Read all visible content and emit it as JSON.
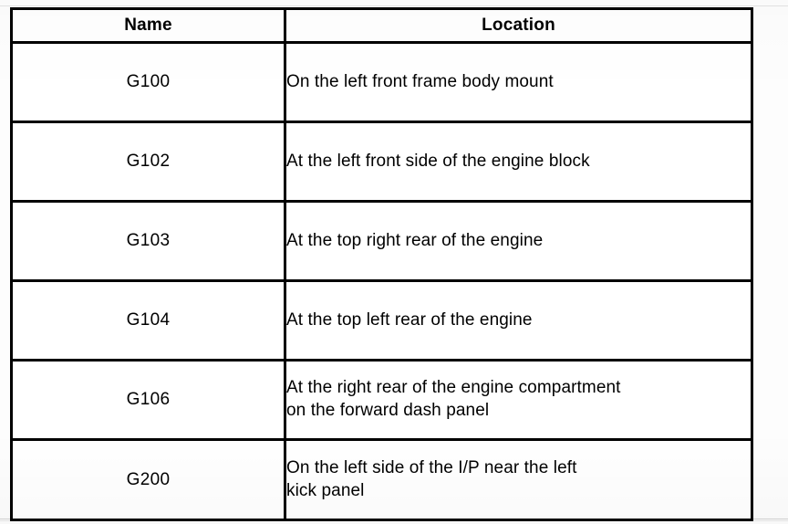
{
  "document": {
    "type": "table",
    "background_color": "#ffffff",
    "ink_color": "#000000"
  },
  "table": {
    "name": "ground-distribution-table",
    "columns": [
      {
        "key": "name",
        "header": "Name",
        "align": "center"
      },
      {
        "key": "location",
        "header": "Location",
        "align": "left"
      }
    ],
    "rows": [
      {
        "name": "G100",
        "location_lines": [
          "On the left front frame body mount"
        ]
      },
      {
        "name": "G102",
        "location_lines": [
          "At the left front side of the engine block"
        ]
      },
      {
        "name": "G103",
        "location_lines": [
          "At the top right rear of the engine"
        ]
      },
      {
        "name": "G104",
        "location_lines": [
          "At the top left rear of the engine"
        ]
      },
      {
        "name": "G106",
        "location_lines": [
          "At the right rear of the engine compartment",
          "on the forward dash panel"
        ]
      },
      {
        "name": "G200",
        "location_lines": [
          "On the left side of the I/P near the left",
          "kick panel"
        ]
      }
    ]
  }
}
